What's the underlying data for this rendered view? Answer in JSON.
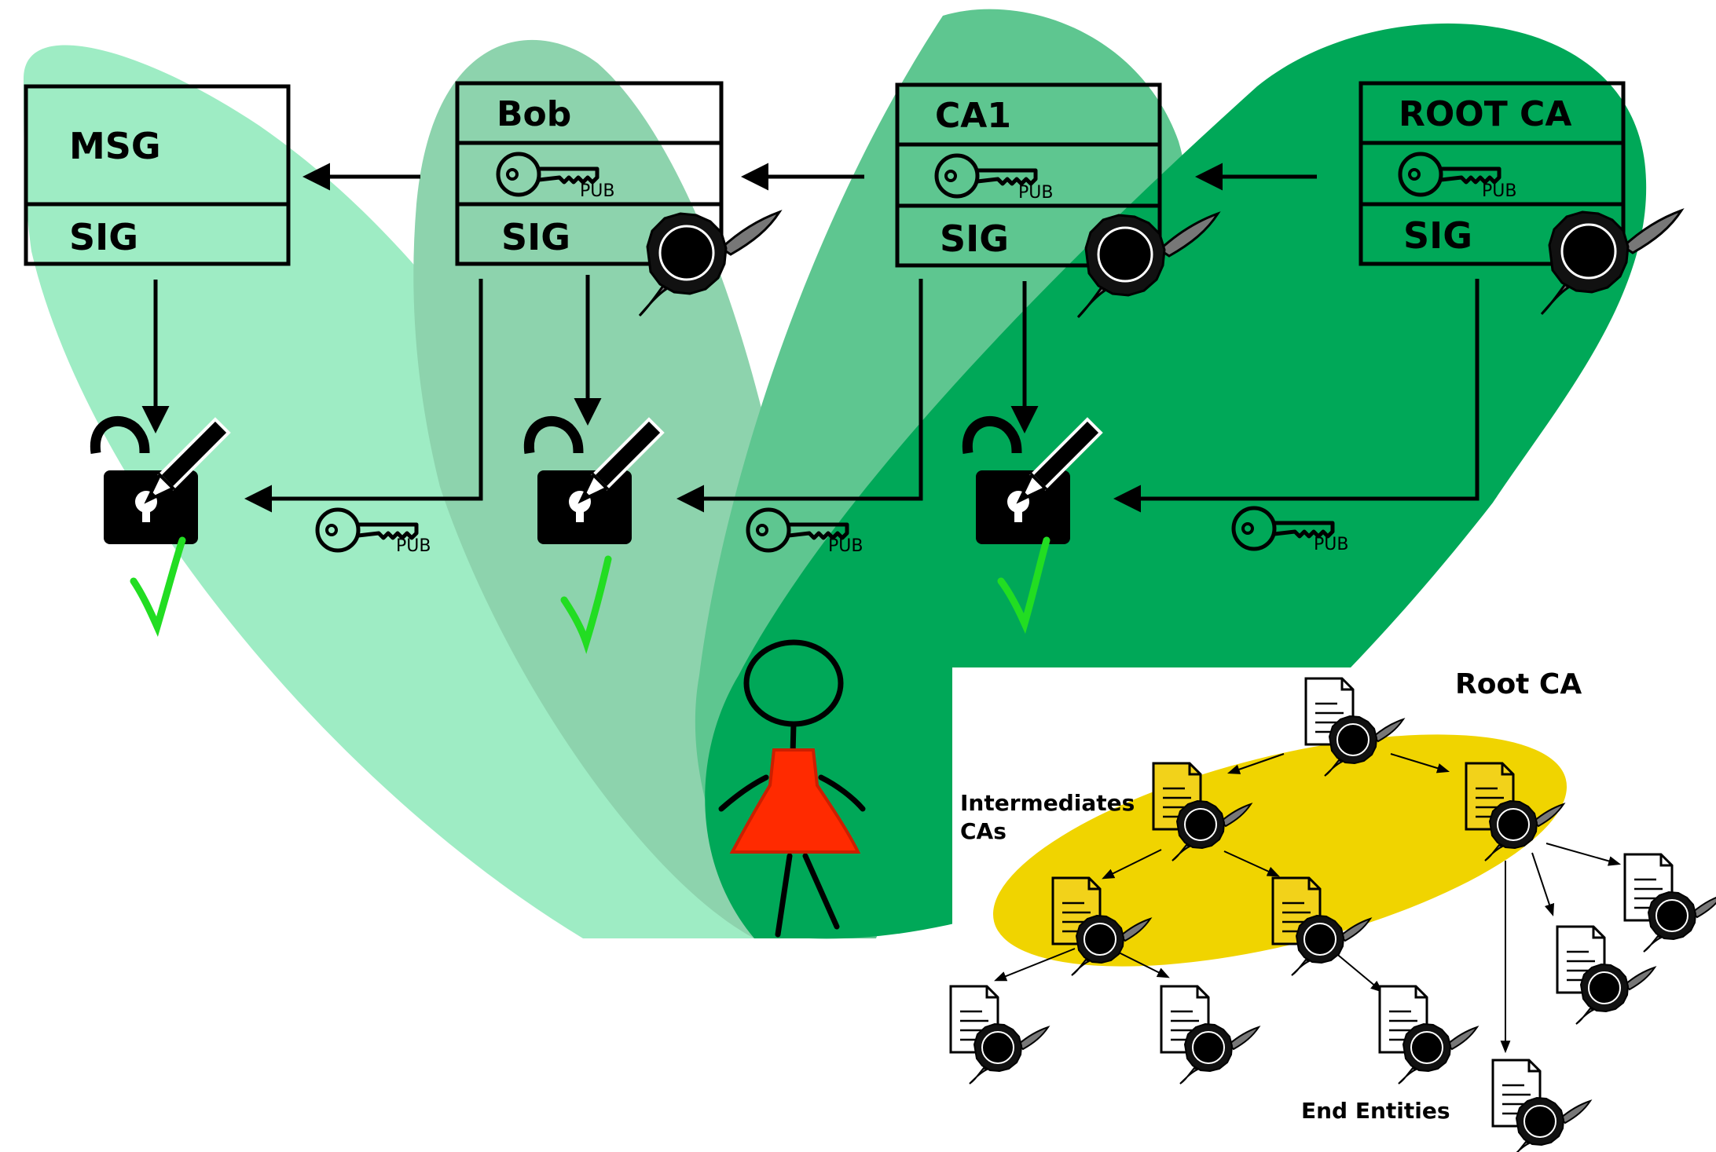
{
  "chain": {
    "msg": {
      "title": "MSG",
      "sig": "SIG"
    },
    "bob": {
      "title": "Bob",
      "sig": "SIG",
      "pub": "PUB"
    },
    "ca1": {
      "title": "CA1",
      "sig": "SIG",
      "pub": "PUB"
    },
    "root": {
      "title": "ROOT CA",
      "sig": "SIG",
      "pub": "PUB"
    },
    "transfer_keys": [
      "PUB",
      "PUB",
      "PUB"
    ]
  },
  "hierarchy": {
    "root_label": "Root CA",
    "intermediates_label_line1": "Intermediates",
    "intermediates_label_line2": "CAs",
    "end_entities_label": "End Entities"
  },
  "colors": {
    "zone_msg": "#9eecc4",
    "zone_bob": "#8dd3ad",
    "zone_ca1": "#5ec690",
    "zone_root": "#00a858",
    "check": "#22dd22",
    "dress": "#ff2a00",
    "ellipse": "#f0d400",
    "doc_yellow": "#f2d21a"
  }
}
